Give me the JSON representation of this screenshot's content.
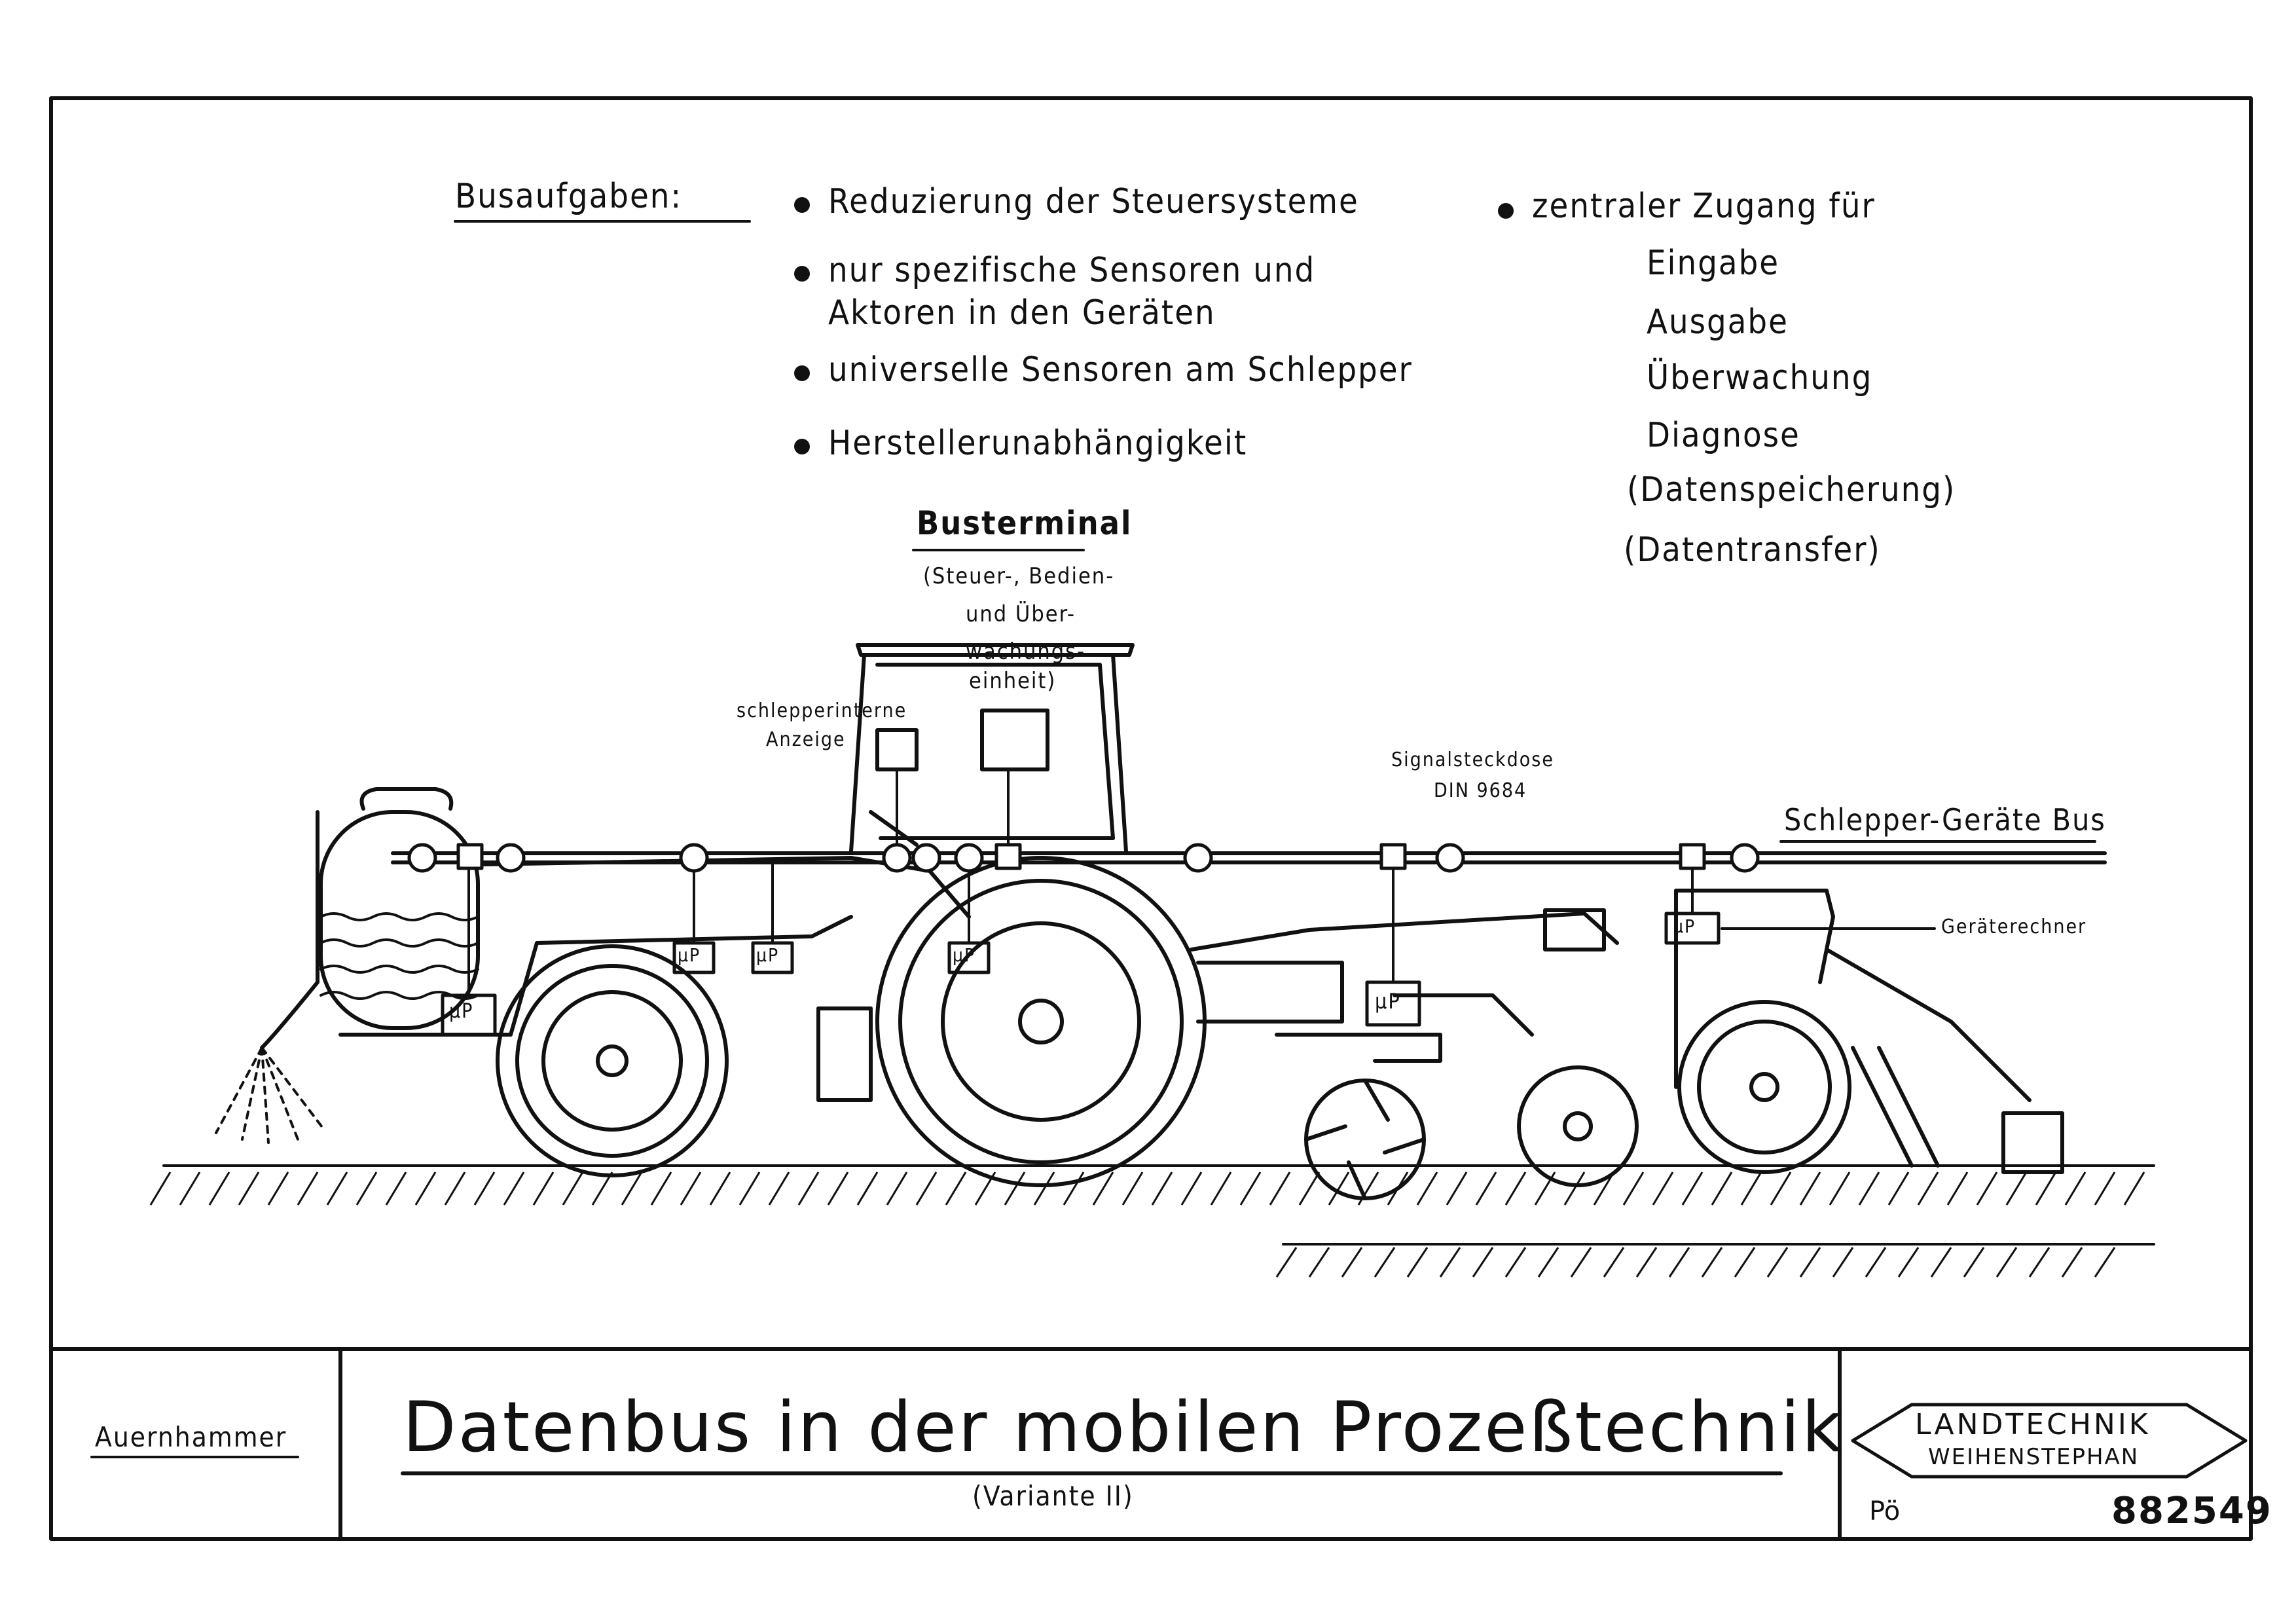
{
  "tasks": {
    "heading": "Busaufgaben:",
    "bullets": [
      "Reduzierung der Steuersysteme",
      "nur spezifische Sensoren und",
      "Aktoren in den Geräten",
      "universelle Sensoren am Schlepper",
      "Herstellerunabhängigkeit"
    ],
    "right_bullet": "zentraler Zugang für",
    "right_items": [
      "Eingabe",
      "Ausgabe",
      "Überwachung",
      "Diagnose",
      "(Datenspeicherung)",
      "(Datentransfer)"
    ]
  },
  "labels": {
    "busterminal": "Busterminal",
    "busterminal_sub": [
      "(Steuer-, Bedien-",
      "und Über-",
      "wachungs-",
      "einheit)"
    ],
    "schlepperinterne": [
      "schlepperinterne",
      "Anzeige"
    ],
    "signalsteckdose": [
      "Signalsteckdose",
      "DIN 9684"
    ],
    "bus": "Schlepper-Geräte Bus",
    "geraeterechner": "Geräterechner",
    "mp": "µP"
  },
  "footer": {
    "author": "Auernhammer",
    "title": "Datenbus in der mobilen Prozeßtechnik",
    "subtitle": "(Variante II)",
    "logo_line1": "LANDTECHNIK",
    "logo_line2": "WEIHENSTEPHAN",
    "initials": "Pö",
    "number": "882549"
  }
}
